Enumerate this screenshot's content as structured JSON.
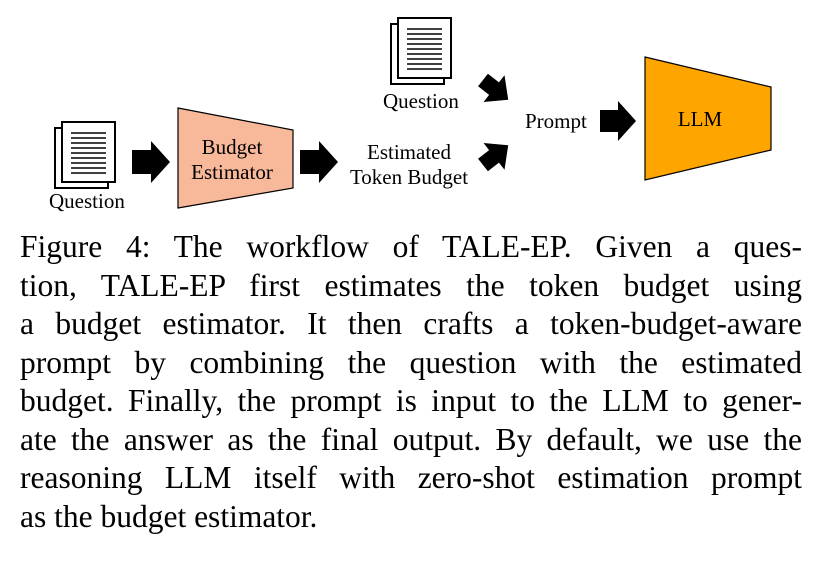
{
  "diagram": {
    "question_left_label": "Question",
    "question_top_label": "Question",
    "budget_estimator_line1": "Budget",
    "budget_estimator_line2": "Estimator",
    "estimated_line1": "Estimated",
    "estimated_line2": "Token Budget",
    "prompt_label": "Prompt",
    "llm_label": "LLM",
    "colors": {
      "budget_estimator_fill": "#F8B89A",
      "llm_fill": "#FFA500",
      "arrow": "#000000"
    }
  },
  "caption": {
    "lines": [
      "Figure 4: The workflow of TALE-EP. Given a ques-",
      "tion, TALE-EP first estimates the token budget using",
      "a budget estimator. It then crafts a token-budget-aware",
      "prompt by combining the question with the estimated",
      "budget. Finally, the prompt is input to the LLM to gener-",
      "ate the answer as the final output. By default, we use the",
      "reasoning LLM itself with zero-shot estimation prompt",
      "as the budget estimator."
    ]
  }
}
